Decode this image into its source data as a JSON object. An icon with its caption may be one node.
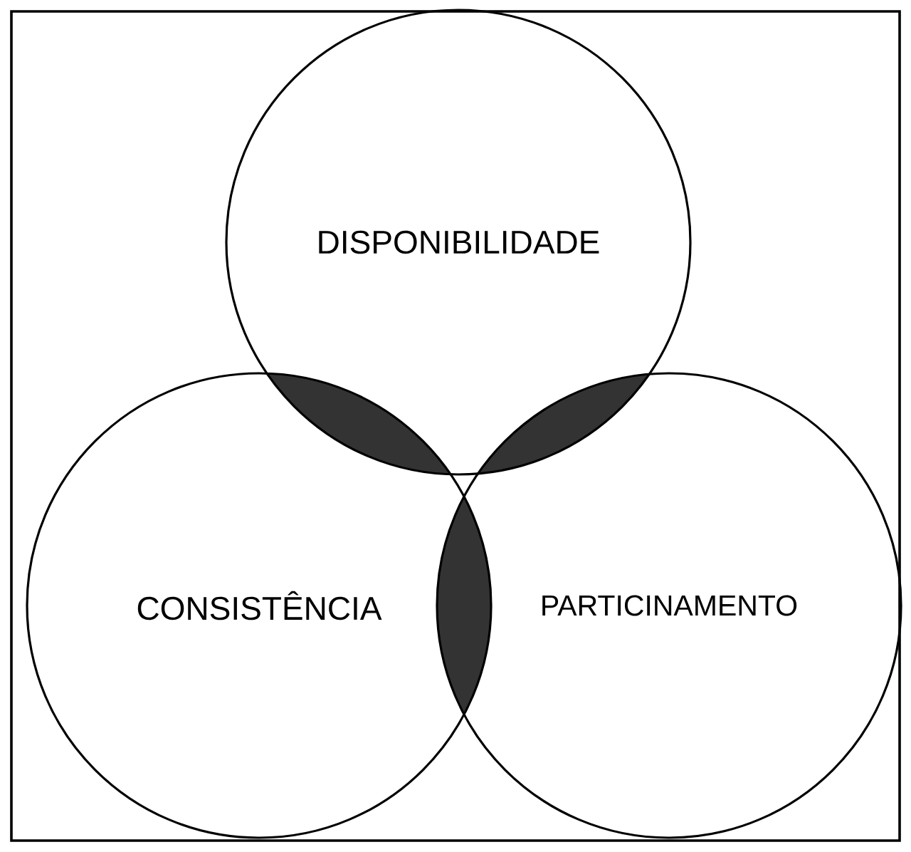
{
  "diagram": {
    "nodes": [
      {
        "text": [
          "DISPONIBILIDADE"
        ]
      },
      {
        "text": [
          "CONSISTÊNCIA"
        ]
      },
      {
        "text": [
          "PARTICINAMENTO"
        ]
      }
    ]
  }
}
